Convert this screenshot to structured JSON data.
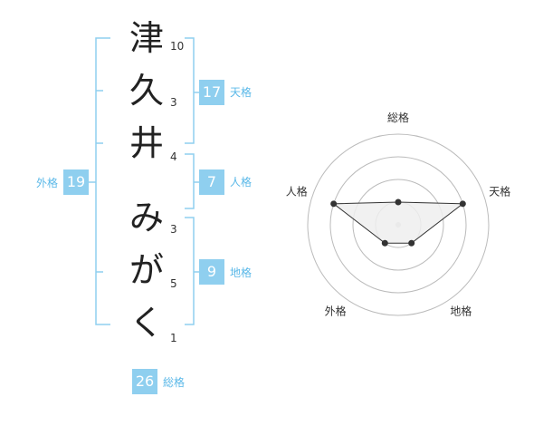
{
  "name": {
    "chars": [
      {
        "char": "津",
        "strokes": "10"
      },
      {
        "char": "久",
        "strokes": "3"
      },
      {
        "char": "井",
        "strokes": "4"
      },
      {
        "char": "み",
        "strokes": "3"
      },
      {
        "char": "が",
        "strokes": "5"
      },
      {
        "char": "く",
        "strokes": "1"
      }
    ]
  },
  "fortune": {
    "tenkaku": {
      "value": "17",
      "label": "天格"
    },
    "jinkaku": {
      "value": "7",
      "label": "人格"
    },
    "chikaku": {
      "value": "9",
      "label": "地格"
    },
    "gaikaku": {
      "value": "19",
      "label": "外格"
    },
    "soukaku": {
      "value": "26",
      "label": "総格"
    }
  },
  "chart_data": {
    "type": "radar",
    "axes": [
      "総格",
      "天格",
      "地格",
      "外格",
      "人格"
    ],
    "values": [
      1,
      3,
      1,
      1,
      3
    ],
    "max": 4,
    "grid": true
  },
  "colors": {
    "accent": "#8fcfef",
    "accent_text": "#5ab8e8",
    "bracket": "#8fcfef",
    "grid": "#bbbbbb",
    "radar_fill": "#eeeeee",
    "radar_line": "#333333"
  }
}
